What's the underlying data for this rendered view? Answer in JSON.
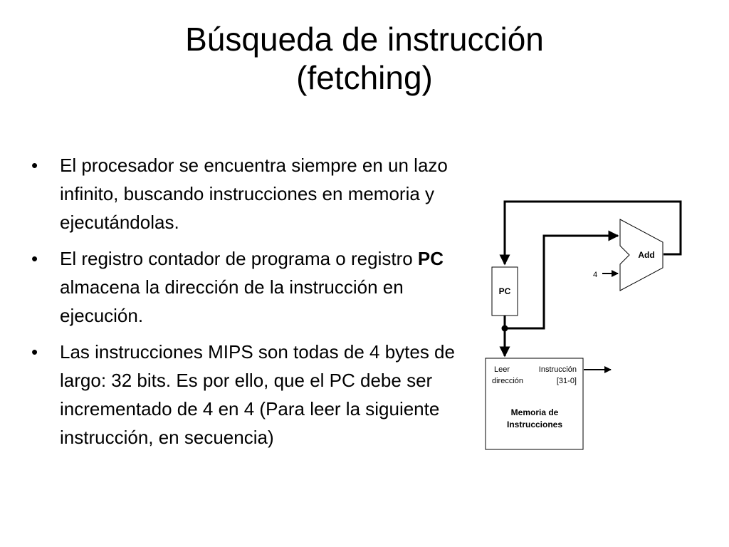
{
  "slide": {
    "title_line1": "Búsqueda de instrucción",
    "title_line2": "(fetching)"
  },
  "bullets": [
    {
      "marker": "•",
      "text": "El procesador se encuentra siempre en un lazo infinito, buscando instrucciones en memoria y ejecutándolas."
    },
    {
      "marker": "•",
      "text_before": "El registro contador de programa o registro ",
      "text_bold": "PC",
      "text_after": " almacena la dirección de la instrucción en ejecución."
    },
    {
      "marker": "•",
      "text": "Las instrucciones MIPS son todas de 4 bytes de largo: 32 bits. Es por ello, que el PC debe ser incrementado de 4 en 4 (Para leer la siguiente instrucción, en secuencia)"
    }
  ],
  "diagram": {
    "pc_label": "PC",
    "adder_label": "Add",
    "constant_label": "4",
    "mem_read_address_line1": "Leer",
    "mem_read_address_line2": "dirección",
    "mem_instruction_line1": "Instrucción",
    "mem_instruction_line2": "[31-0]",
    "mem_name_line1": "Memoria de",
    "mem_name_line2": "Instrucciones"
  }
}
